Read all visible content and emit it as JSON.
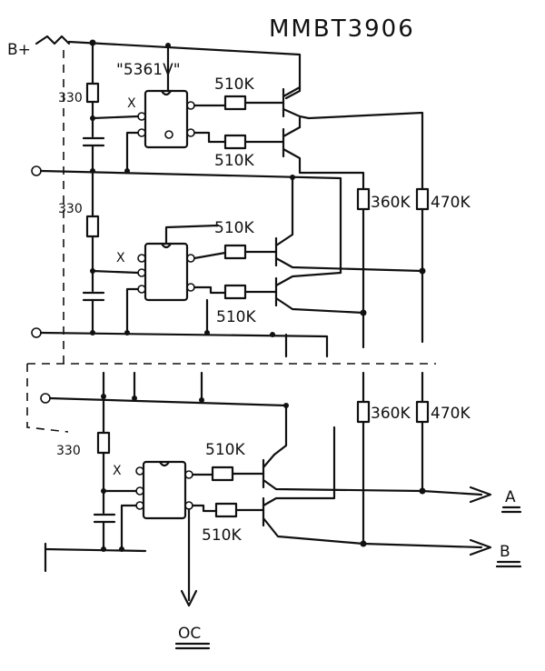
{
  "diagram": {
    "transistor_part": "MMBT3906",
    "ic_part": "\"5361V\"",
    "supply_label": "B+",
    "cap_resistor": "330",
    "base_resistor": "510K",
    "pullup_a": "470K",
    "pullup_b": "360K",
    "nc_pin": "X",
    "output_a": "A",
    "output_b": "B",
    "output_oc": "OC"
  }
}
